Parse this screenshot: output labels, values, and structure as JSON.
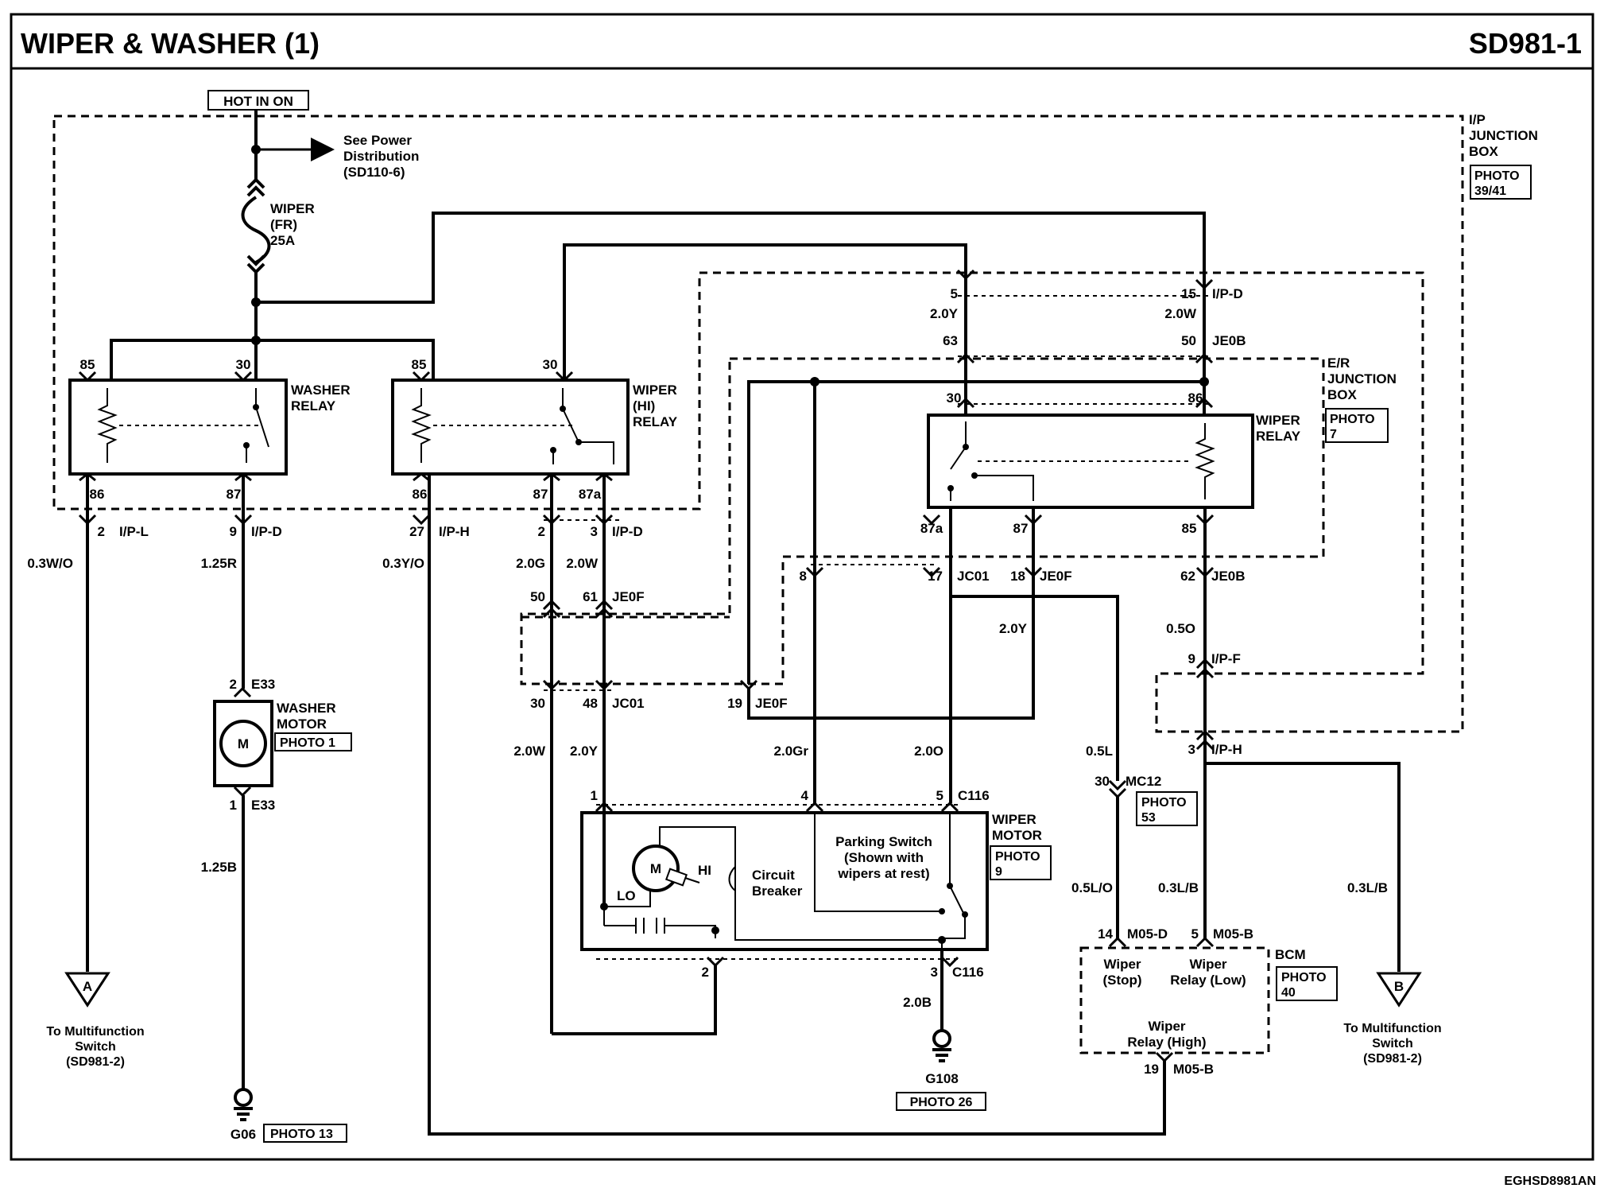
{
  "title": "WIPER & WASHER (1)",
  "page_id": "SD981-1",
  "footer_code": "EGHSD8981AN",
  "power": {
    "label": "HOT IN ON",
    "see_note": [
      "See Power",
      "Distribution",
      "(SD110-6)"
    ],
    "fuse": [
      "WIPER",
      "(FR)",
      "25A"
    ]
  },
  "ip_junction_box": {
    "label": [
      "I/P",
      "JUNCTION",
      "BOX"
    ],
    "photo": [
      "PHOTO",
      "39/41"
    ]
  },
  "er_junction_box": {
    "label": [
      "E/R",
      "JUNCTION",
      "BOX"
    ],
    "photo": [
      "PHOTO",
      "7"
    ]
  },
  "washer_relay": {
    "label": [
      "WASHER",
      "RELAY"
    ],
    "pins": [
      "85",
      "30",
      "86",
      "87"
    ]
  },
  "wiper_hi_relay": {
    "label": [
      "WIPER",
      "(HI)",
      "RELAY"
    ],
    "pins": [
      "85",
      "30",
      "86",
      "87",
      "87a"
    ]
  },
  "wiper_relay": {
    "label": [
      "WIPER",
      "RELAY"
    ],
    "pins": [
      "30",
      "86",
      "87a",
      "87",
      "85"
    ],
    "photo": [
      "PHOTO",
      "7"
    ]
  },
  "connectors": {
    "c_2_ipl": [
      "2",
      "I/P-L"
    ],
    "c_9_ipd": [
      "9",
      "I/P-D"
    ],
    "c_27_iph": [
      "27",
      "I/P-H"
    ],
    "c_2_3_ipd": [
      "2",
      "3",
      "I/P-D"
    ],
    "c_5": "5",
    "c_15_ipd": [
      "15",
      "I/P-D"
    ],
    "c_63": "63",
    "c_50_je0b": [
      "50",
      "JE0B"
    ],
    "c_8": "8",
    "c_17_jc01": [
      "17",
      "JC01"
    ],
    "c_18_je0f": [
      "18",
      "JE0F"
    ],
    "c_62_je0b": [
      "62",
      "JE0B"
    ],
    "c_50_61_je0f": [
      "50",
      "61",
      "JE0F"
    ],
    "c_30_48_jc01": [
      "30",
      "48",
      "JC01"
    ],
    "c_19_je0f": [
      "19",
      "JE0F"
    ],
    "c_9_ipf": [
      "9",
      "I/P-F"
    ],
    "c_3_iph": [
      "3",
      "I/P-H"
    ],
    "c_2_e33": [
      "2",
      "E33"
    ],
    "c_1_e33": [
      "1",
      "E33"
    ],
    "c_1_4_5_c116": [
      "1",
      "4",
      "5",
      "C116"
    ],
    "c_2_3_c116": [
      "2",
      "3",
      "C116"
    ],
    "c_30_mc12": [
      "30",
      "MC12"
    ],
    "c_14_m05d": [
      "14",
      "M05-D"
    ],
    "c_5_m05b": [
      "5",
      "M05-B"
    ],
    "c_19_m05b": [
      "19",
      "M05-B"
    ]
  },
  "wires": {
    "w_03wo": "0.3W/O",
    "w_125r": "1.25R",
    "w_03yo": "0.3Y/O",
    "w_20g": "2.0G",
    "w_20w_a": "2.0W",
    "w_20y_top": "2.0Y",
    "w_20w_top": "2.0W",
    "w_20y_mid": "2.0Y",
    "w_05o": "0.5O",
    "w_20w_b": "2.0W",
    "w_20y_b": "2.0Y",
    "w_20gr": "2.0Gr",
    "w_20o": "2.0O",
    "w_05l": "0.5L",
    "w_125b": "1.25B",
    "w_05lo": "0.5L/O",
    "w_03lb_a": "0.3L/B",
    "w_03lb_b": "0.3L/B",
    "w_20b": "2.0B"
  },
  "washer_motor": {
    "label": [
      "WASHER",
      "MOTOR"
    ],
    "photo": "PHOTO 1",
    "symbol": "M"
  },
  "wiper_motor": {
    "label": [
      "WIPER",
      "MOTOR"
    ],
    "photo": [
      "PHOTO",
      "9"
    ],
    "symbol": "M",
    "hi": "HI",
    "lo": "LO",
    "circuit_breaker": [
      "Circuit",
      "Breaker"
    ],
    "parking_switch": [
      "Parking Switch",
      "(Shown with",
      "wipers at rest)"
    ]
  },
  "mc12_photo": [
    "PHOTO",
    "53"
  ],
  "bcm": {
    "label": "BCM",
    "photo": [
      "PHOTO",
      "40"
    ],
    "wiper_stop": [
      "Wiper",
      "(Stop)"
    ],
    "wiper_low": [
      "Wiper",
      "Relay (Low)"
    ],
    "wiper_high": [
      "Wiper",
      "Relay (High)"
    ]
  },
  "grounds": {
    "g06": "G06",
    "g06_photo": "PHOTO 13",
    "g108": "G108",
    "g108_photo": "PHOTO 26"
  },
  "ref_a": {
    "letter": "A",
    "text": [
      "To Multifunction",
      "Switch",
      "(SD981-2)"
    ]
  },
  "ref_b": {
    "letter": "B",
    "text": [
      "To Multifunction",
      "Switch",
      "(SD981-2)"
    ]
  }
}
